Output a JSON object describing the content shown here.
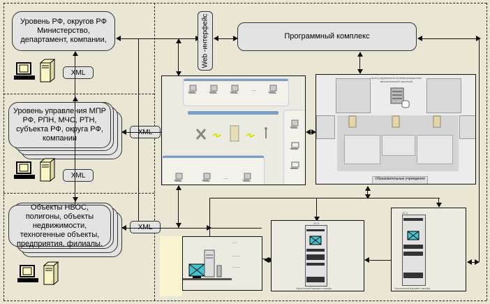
{
  "diagram": {
    "levels": [
      {
        "label": "Уровень РФ, округов РФ Министерство, департамент, компании,"
      },
      {
        "label": "Уровень управления МПР РФ, РПН, МЧС, РТН, субъекта РФ, округа РФ, компании"
      },
      {
        "label": "Объекты НВОС, полигоны, объекты недвижимости, техногенные объекты, предприятия, филиалы."
      }
    ],
    "xml_badges": [
      "XML",
      "XML",
      "XML",
      "XML"
    ],
    "web_interface": "Web -интерфейс",
    "software_complex": "Программный комплекс",
    "network_panel": {
      "title": "Схема локальной и беспроводной сети",
      "dots": "...",
      "icons": [
        "workstation-icon",
        "server-icon",
        "laptop-icon",
        "access-point-icon",
        "lightning-icon"
      ]
    },
    "control_center_panel": {
      "title": "Центр управления геоинформационно-аналитической системой",
      "footer_label": "Образовательные учреждения"
    },
    "bottom_panels": [
      {
        "name": "workstation-equipment",
        "caption": ""
      },
      {
        "name": "rack-42u-a",
        "rack_label": "42 U",
        "caption": "Начальный вариант шкафа"
      },
      {
        "name": "rack-42u-b",
        "rack_label": "42 U",
        "caption": "Начальный вариант шкафа"
      }
    ],
    "colors": {
      "background": "#e9e6d4",
      "box_fill": "#e3e3e3",
      "monitor_screen": "#3fc5d0",
      "network_bar": "#7a9ec4",
      "highlight_yellow": "#f7f4cf"
    }
  }
}
